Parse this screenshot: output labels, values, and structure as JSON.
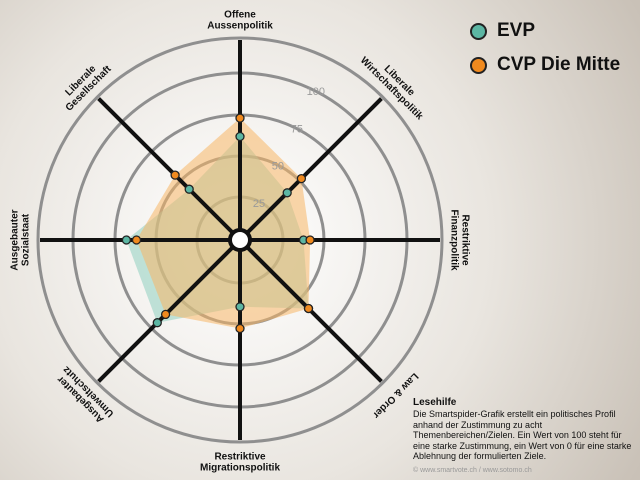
{
  "legend": {
    "evp": "EVP",
    "cvp": "CVP Die Mitte"
  },
  "colors": {
    "evp": "#5cb6a3",
    "cvp": "#f08a1f",
    "evp_fill": "#8fd0c0",
    "cvp_fill": "#f7b766",
    "ring": "#8f8f8f",
    "axis": "#111111"
  },
  "help": {
    "title": "Lesehilfe",
    "text": "Die Smartspider-Grafik erstellt ein politisches Profil anhand der Zustimmung zu acht Themenbereichen/Zielen. Ein Wert von 100 steht für eine starke Zustimmung, ein Wert von 0 für eine starke Ablehnung der formulierten Ziele."
  },
  "footer": "© www.smartvote.ch / www.sotomo.ch",
  "chart_data": {
    "type": "radar",
    "axes": [
      [
        "Offene",
        "Aussenpolitik"
      ],
      [
        "Liberale",
        "Wirtschaftspolitik"
      ],
      [
        "Restriktive",
        "Finanzpolitik"
      ],
      [
        "Law & Order"
      ],
      [
        "Restriktive",
        "Migrationspolitik"
      ],
      [
        "Ausgebauter",
        "Umweltschutz"
      ],
      [
        "Ausgebauter",
        "Sozialstaat"
      ],
      [
        "Liberale",
        "Gesellschaft"
      ]
    ],
    "ticks": [
      "25",
      "50",
      "75",
      "100"
    ],
    "range": [
      0,
      100
    ],
    "series": [
      {
        "name": "EVP",
        "values": [
          62,
          40,
          38,
          58,
          40,
          70,
          68,
          43
        ]
      },
      {
        "name": "CVP Die Mitte",
        "values": [
          73,
          52,
          42,
          58,
          53,
          63,
          62,
          55
        ]
      }
    ]
  }
}
